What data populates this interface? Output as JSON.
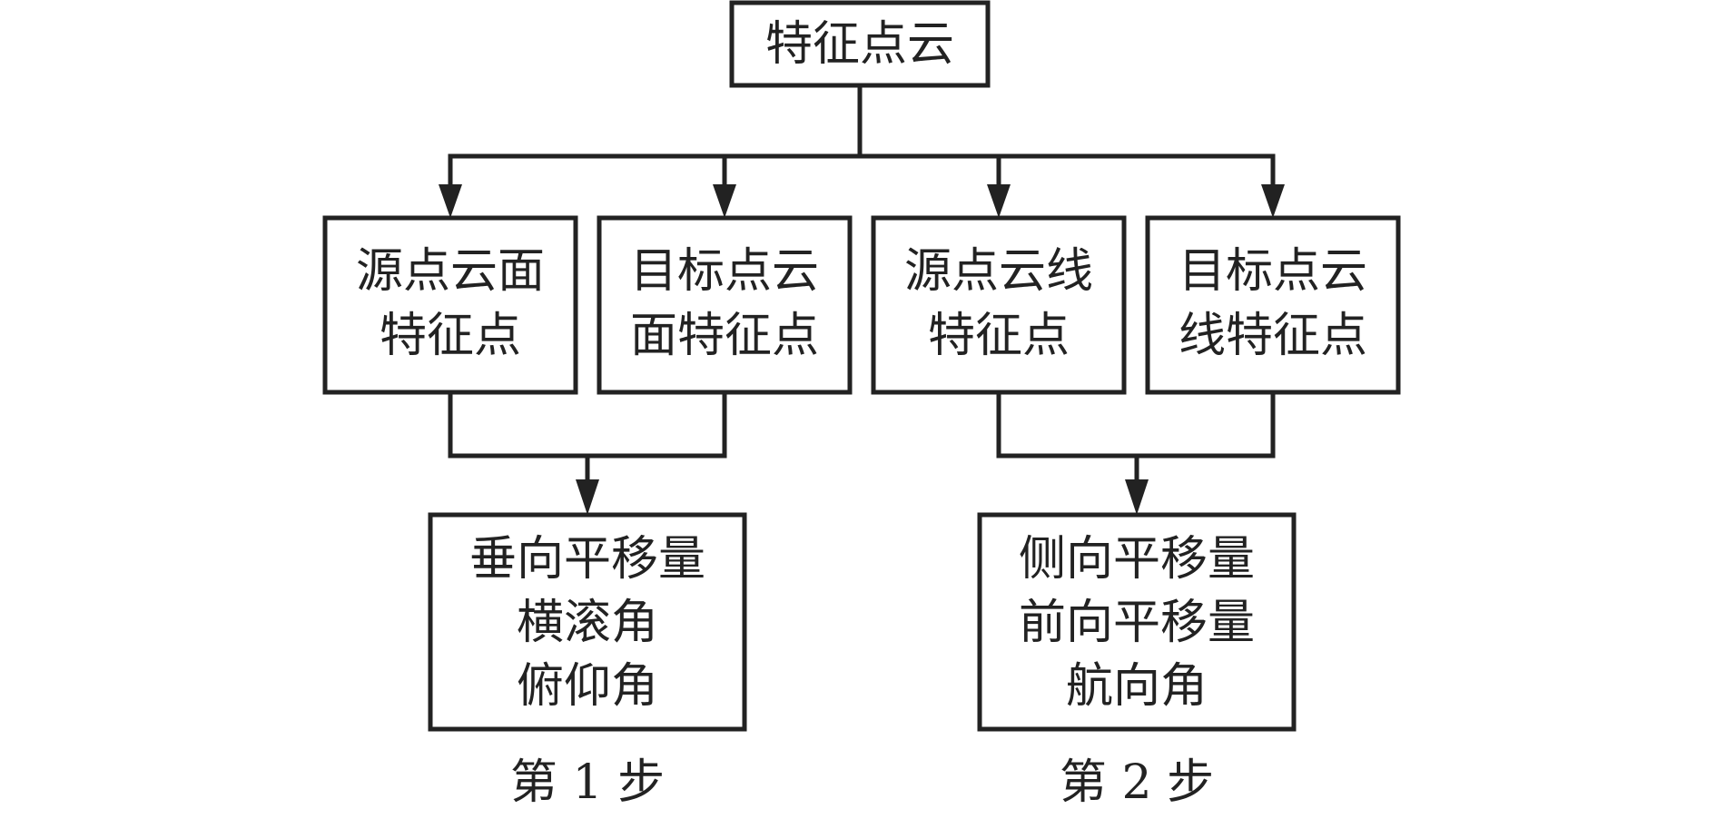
{
  "root": {
    "lines": [
      "特征点云"
    ]
  },
  "level2": [
    {
      "lines": [
        "源点云面",
        "特征点"
      ]
    },
    {
      "lines": [
        "目标点云",
        "面特征点"
      ]
    },
    {
      "lines": [
        "源点云线",
        "特征点"
      ]
    },
    {
      "lines": [
        "目标点云",
        "线特征点"
      ]
    }
  ],
  "results": [
    {
      "lines": [
        "垂向平移量",
        "横滚角",
        "俯仰角"
      ],
      "caption": "第 1 步"
    },
    {
      "lines": [
        "侧向平移量",
        "前向平移量",
        "航向角"
      ],
      "caption": "第 2 步"
    }
  ]
}
